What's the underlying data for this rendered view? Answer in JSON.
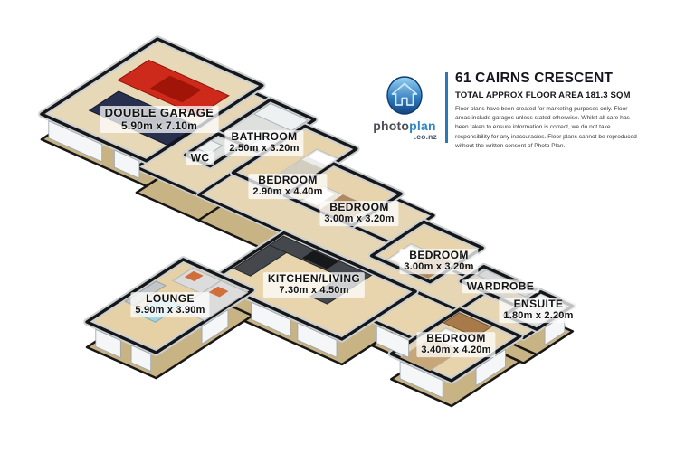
{
  "title_block": {
    "address": "61 CAIRNS CRESCENT",
    "floor_area_label": "TOTAL APPROX FLOOR AREA 181.3 SQM",
    "disclaimer": "Floor plans have been created for marketing purposes only. Floor areas include garages unless stated otherwise. Whilst all care has been taken to ensure information is correct, we do not take responsibility for any inaccuracies. Floor plans cannot be reproduced without the written consent of Photo Plan."
  },
  "logo": {
    "brand_photo": "photo",
    "brand_plan": "plan",
    "brand_domain": ".co.nz",
    "icon": "house-in-blue-ellipse"
  },
  "rooms": [
    {
      "name": "DOUBLE GARAGE",
      "dims": "5.90m x 7.10m"
    },
    {
      "name": "BATHROOM",
      "dims": "2.50m x 3.20m"
    },
    {
      "name": "WC",
      "dims": ""
    },
    {
      "name": "BEDROOM",
      "dims": "2.90m x 4.40m"
    },
    {
      "name": "BEDROOM",
      "dims": "3.00m x 3.20m"
    },
    {
      "name": "BEDROOM",
      "dims": "3.00m x 3.20m"
    },
    {
      "name": "WARDROBE",
      "dims": ""
    },
    {
      "name": "ENSUITE",
      "dims": "1.80m x 2.20m"
    },
    {
      "name": "BEDROOM",
      "dims": "3.40m x 4.20m"
    },
    {
      "name": "LOUNGE",
      "dims": "5.90m x 3.90m"
    },
    {
      "name": "KITCHEN/LIVING",
      "dims": "7.30m x 4.50m"
    }
  ],
  "colors": {
    "wall_outline": "#161616",
    "exterior_wall_tan": "#c8b384",
    "interior_wall_gray": "#cbd0d4",
    "carpet_beige": "#e7d4ac",
    "accent_blue": "#2779b8",
    "brand_blue": "#2e86c6",
    "car_red": "#ce2a1c",
    "car_navy": "#27304f"
  }
}
